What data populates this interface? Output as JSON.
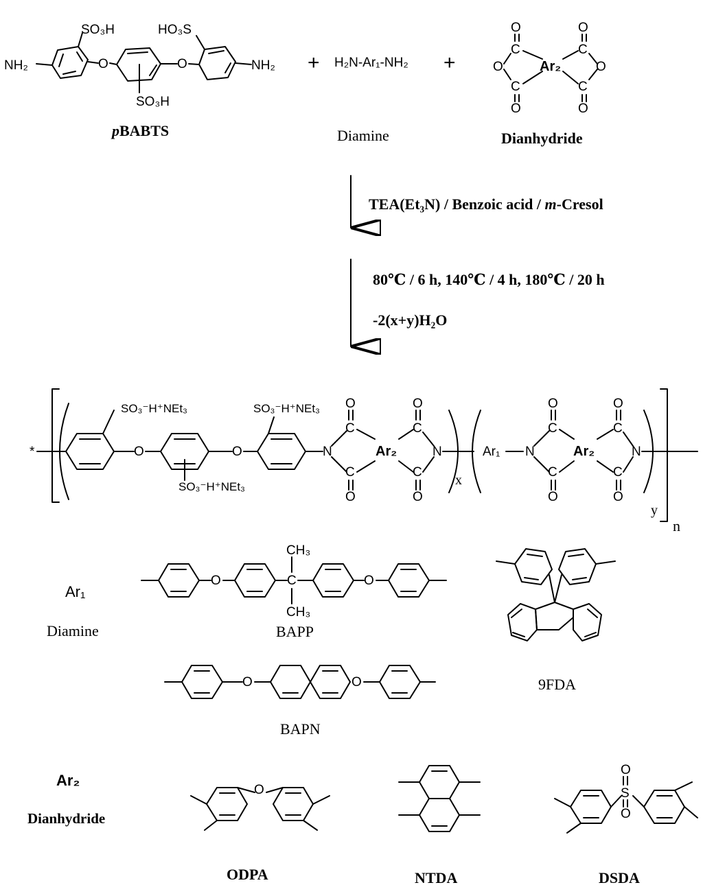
{
  "reactants": {
    "monomer_name": "pBABTS",
    "monomer_name_prefix": "p",
    "monomer_name_rest": "BABTS",
    "plus": "+",
    "diamine_formula": "H₂N-Ar₁-NH₂",
    "diamine_label": "Diamine",
    "dianhydride_label": "Dianhydride",
    "labels": {
      "nh2_left": "NH₂",
      "nh2_right": "NH₂",
      "so3h_top_left": "SO₃H",
      "so3h_top_right": "HO₃S",
      "so3h_bottom": "SO₃H",
      "o": "O",
      "ar2": "Ar₂",
      "c": "C"
    }
  },
  "conditions": {
    "step1": "TEA(Et₃N) / Benzoic acid / m-Cresol",
    "step1_main": "TEA(Et₃N) / Benzoic acid / ",
    "step1_ital": "m",
    "step1_tail": "-Cresol",
    "step2": "80℃ / 6 h, 140℃ / 4 h, 180℃ / 20 h",
    "step3": "-2(x+y)H₂O"
  },
  "polymer": {
    "star": "*",
    "so3_label": "SO₃⁻H⁺NEt₃",
    "n_label": "N",
    "ar1_label": "Ar₁",
    "ar2_label": "Ar₂",
    "x": "x",
    "y": "y",
    "n_sub": "n",
    "c": "C",
    "o": "O"
  },
  "ar1_section": {
    "title": "Ar₁",
    "subtitle": "Diamine",
    "bapp": "BAPP",
    "bapn": "BAPN",
    "fda": "9FDA",
    "ch3": "CH₃",
    "c": "C",
    "o": "O"
  },
  "ar2_section": {
    "title": "Ar₂",
    "subtitle": "Dianhydride",
    "odpa": "ODPA",
    "ntda": "NTDA",
    "dsda": "DSDA",
    "o": "O",
    "s": "S"
  }
}
